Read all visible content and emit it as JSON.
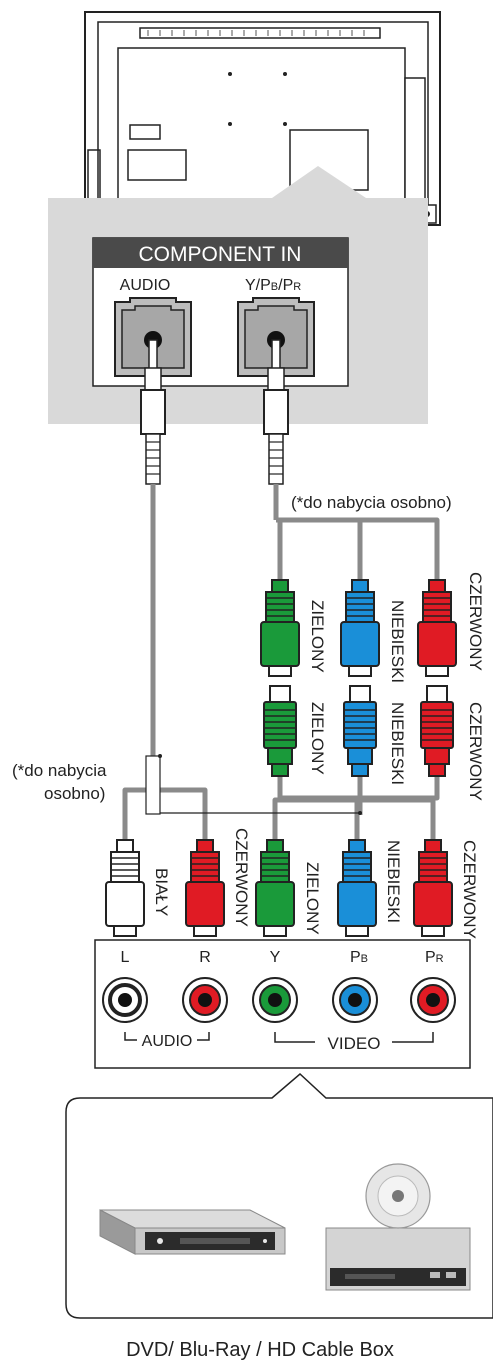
{
  "panel": {
    "title": "COMPONENT IN",
    "audio_label": "AUDIO",
    "video_label_main": "Y/P",
    "video_label_sub1": "B",
    "video_label_sep": "/P",
    "video_label_sub2": "R"
  },
  "notes": {
    "sold_separately_1": "(*do nabycia osobno)",
    "sold_separately_2_line1": "(*do nabycia",
    "sold_separately_2_line2": "osobno)"
  },
  "upper_adapter_labels": {
    "green": "ZIELONY",
    "blue": "NIEBIESKI",
    "red": "CZERWONY"
  },
  "lower_adapter_labels": {
    "green": "ZIELONY",
    "blue": "NIEBIESKI",
    "red": "CZERWONY"
  },
  "device_plug_labels": {
    "white": "BIAŁY",
    "red_audio": "CZERWONY",
    "green": "ZIELONY",
    "blue": "NIEBIESKI",
    "red": "CZERWONY"
  },
  "device_panel": {
    "jack_L": "L",
    "jack_R": "R",
    "jack_Y": "Y",
    "jack_PB_main": "P",
    "jack_PB_sub": "B",
    "jack_PR_main": "P",
    "jack_PR_sub": "R",
    "audio_group": "AUDIO",
    "video_group": "VIDEO"
  },
  "caption": "DVD/ Blu-Ray / HD Cable Box",
  "colors": {
    "green": "#1a9a3a",
    "blue": "#1a8fd8",
    "red": "#e01b24",
    "white": "#ffffff",
    "cable": "#8a8a8a",
    "panel": "#d9d9d9"
  }
}
